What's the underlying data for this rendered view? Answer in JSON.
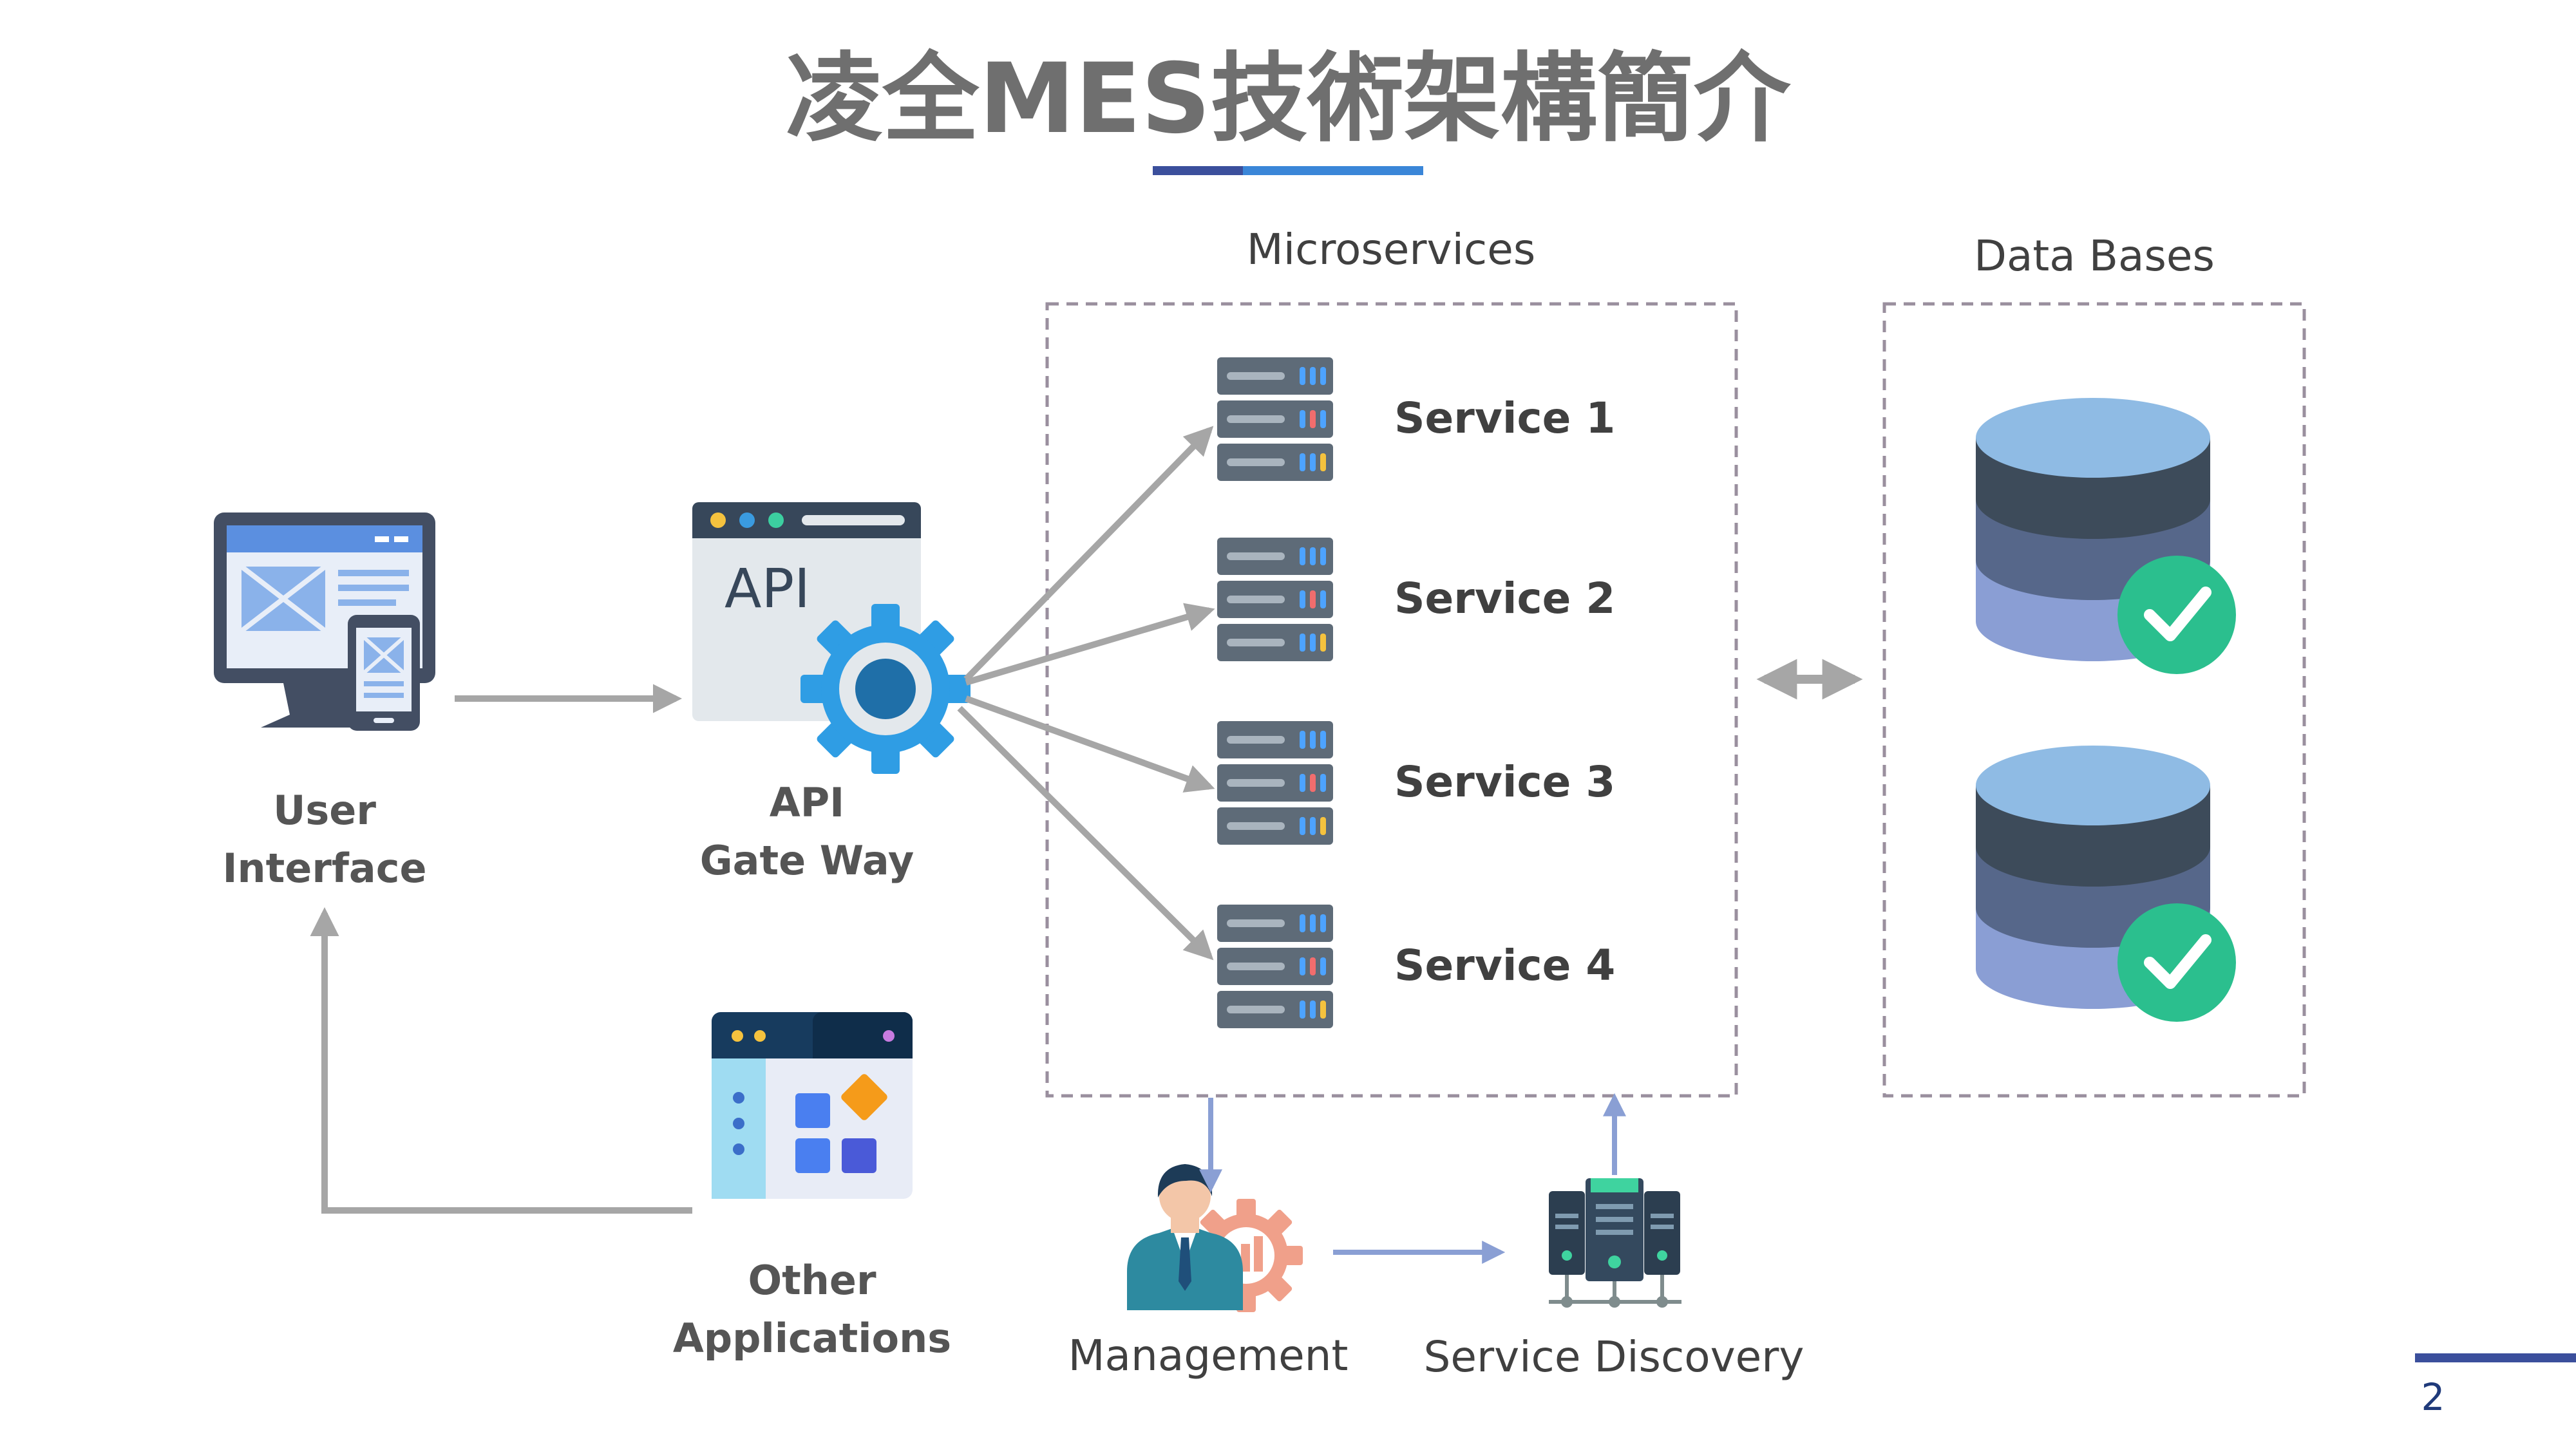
{
  "title": "凌全MES技術架構簡介",
  "page_number": "2",
  "colors": {
    "title_text": "#6f6f6f",
    "accent_blue": "#3a86d8",
    "accent_navy": "#3b4f9c",
    "arrow_gray": "#a6a6a6",
    "arrow_blue": "#8a9fd4",
    "dashed_box": "#9a8f9e",
    "check_green": "#2bbf8e"
  },
  "nodes": {
    "user_interface": {
      "line1": "User",
      "line2": "Interface",
      "icon": "monitor-phone-icon"
    },
    "api_gateway": {
      "line1": "API",
      "line2": "Gate Way",
      "icon_text": "API",
      "icon": "api-gear-icon"
    },
    "other_apps": {
      "line1": "Other",
      "line2": "Applications",
      "icon": "app-window-icon"
    },
    "management": {
      "label": "Management",
      "icon": "manager-gear-icon"
    },
    "service_discovery": {
      "label": "Service Discovery",
      "icon": "server-network-icon"
    }
  },
  "microservices": {
    "label": "Microservices",
    "services": [
      "Service 1",
      "Service 2",
      "Service 3",
      "Service 4"
    ]
  },
  "databases": {
    "label": "Data Bases",
    "items": [
      {
        "icon": "database-check-icon"
      },
      {
        "icon": "database-check-icon"
      }
    ]
  }
}
